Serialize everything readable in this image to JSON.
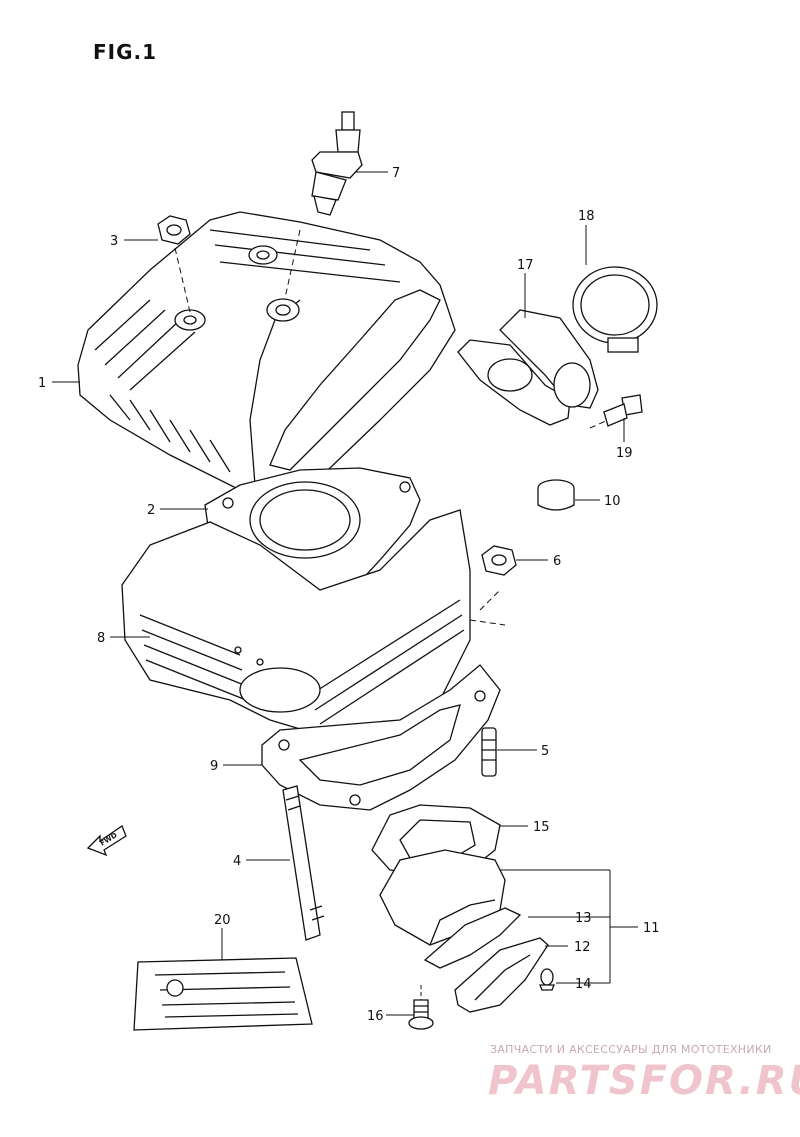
{
  "figure": {
    "title": "FIG.1"
  },
  "fwd_arrow": {
    "text": "FWD"
  },
  "callouts": [
    {
      "id": "1",
      "text": "1"
    },
    {
      "id": "2",
      "text": "2"
    },
    {
      "id": "3",
      "text": "3"
    },
    {
      "id": "4",
      "text": "4"
    },
    {
      "id": "5",
      "text": "5"
    },
    {
      "id": "6",
      "text": "6"
    },
    {
      "id": "7",
      "text": "7"
    },
    {
      "id": "8",
      "text": "8"
    },
    {
      "id": "9",
      "text": "9"
    },
    {
      "id": "10",
      "text": "10"
    },
    {
      "id": "11",
      "text": "11"
    },
    {
      "id": "12",
      "text": "12"
    },
    {
      "id": "13",
      "text": "13"
    },
    {
      "id": "14",
      "text": "14"
    },
    {
      "id": "15",
      "text": "15"
    },
    {
      "id": "16",
      "text": "16"
    },
    {
      "id": "17",
      "text": "17"
    },
    {
      "id": "18",
      "text": "18"
    },
    {
      "id": "19",
      "text": "19"
    },
    {
      "id": "20",
      "text": "20"
    }
  ],
  "watermark": {
    "caption": "ЗАПЧАСТИ И АКСЕССУАРЫ ДЛЯ МОТОТЕХНИКИ",
    "logo": "PARTSFOR.RU"
  }
}
